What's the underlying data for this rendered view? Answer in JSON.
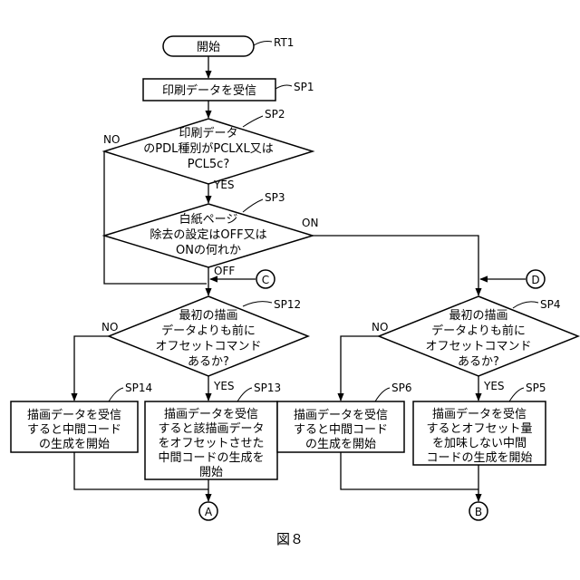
{
  "flowchart": {
    "start": {
      "text": "開始",
      "ref": "RT1"
    },
    "sp1": {
      "text": "印刷データを受信",
      "ref": "SP1"
    },
    "sp2": {
      "lines": [
        "印刷データ",
        "のPDL種別がPCLXL又は",
        "PCL5c?"
      ],
      "ref": "SP2",
      "no": "NO",
      "yes": "YES"
    },
    "sp3": {
      "lines": [
        "白紙ページ",
        "除去の設定はOFF又は",
        "ONの何れか"
      ],
      "ref": "SP3",
      "on": "ON",
      "off": "OFF"
    },
    "sp12": {
      "lines": [
        "最初の描画",
        "データよりも前に",
        "オフセットコマンド",
        "あるか?"
      ],
      "ref": "SP12",
      "no": "NO",
      "yes": "YES"
    },
    "sp4": {
      "lines": [
        "最初の描画",
        "データよりも前に",
        "オフセットコマンド",
        "あるか?"
      ],
      "ref": "SP4",
      "no": "NO",
      "yes": "YES"
    },
    "sp14": {
      "lines": [
        "描画データを受信",
        "すると中間コード",
        "の生成を開始"
      ],
      "ref": "SP14"
    },
    "sp13": {
      "lines": [
        "描画データを受信",
        "すると該描画データ",
        "をオフセットさせた",
        "中間コードの生成を",
        "開始"
      ],
      "ref": "SP13"
    },
    "sp6": {
      "lines": [
        "描画データを受信",
        "すると中間コード",
        "の生成を開始"
      ],
      "ref": "SP6"
    },
    "sp5": {
      "lines": [
        "描画データを受信",
        "するとオフセット量",
        "を加味しない中間",
        "コードの生成を開始"
      ],
      "ref": "SP5"
    },
    "connectors": {
      "a": "A",
      "b": "B",
      "c": "C",
      "d": "D"
    }
  },
  "caption": "図８"
}
